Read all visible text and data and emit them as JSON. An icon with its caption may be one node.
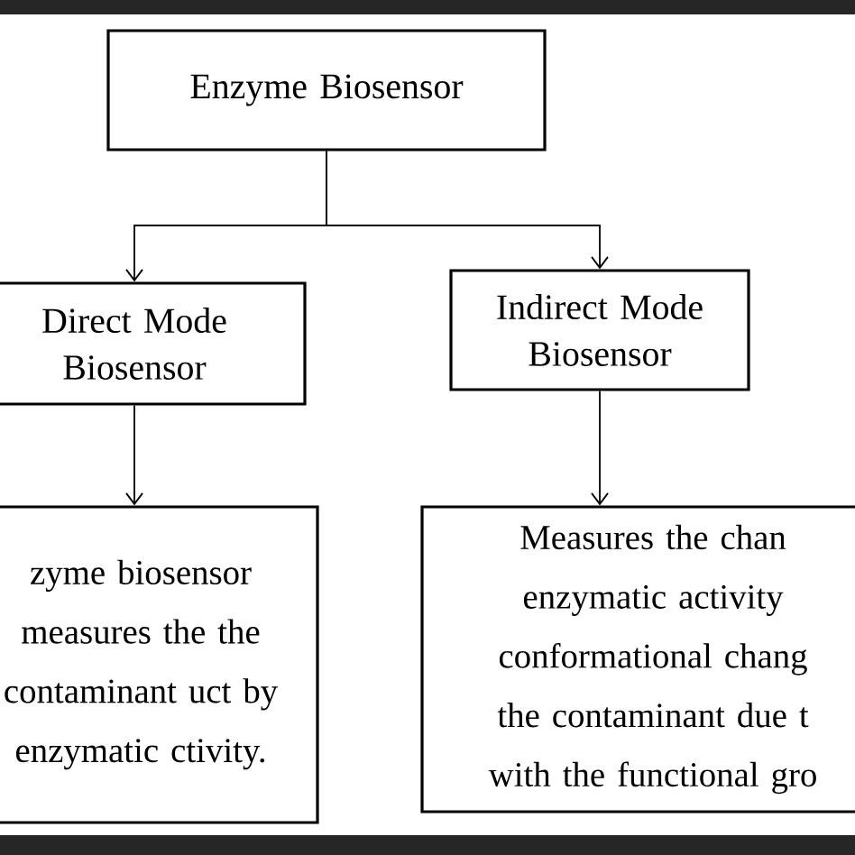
{
  "diagram": {
    "nodes": [
      {
        "text": [
          "Enzyme Biosensor"
        ]
      },
      {
        "text": [
          "Direct Mode Biosensor"
        ]
      },
      {
        "text": [
          "Indirect Mode Biosensor"
        ]
      },
      {
        "text": [
          "zyme biosensor measures the the contaminant uct by enzymatic ctivity."
        ]
      },
      {
        "text": [
          "Measures the chan enzymatic activity conformational chang the contaminant due t with the functional gro"
        ]
      }
    ],
    "edges": [
      {
        "from": 0,
        "to": 1,
        "arrow": "to"
      },
      {
        "from": 0,
        "to": 2,
        "arrow": "to"
      },
      {
        "from": 1,
        "to": 3,
        "arrow": "to"
      },
      {
        "from": 2,
        "to": 4,
        "arrow": "to"
      }
    ]
  }
}
